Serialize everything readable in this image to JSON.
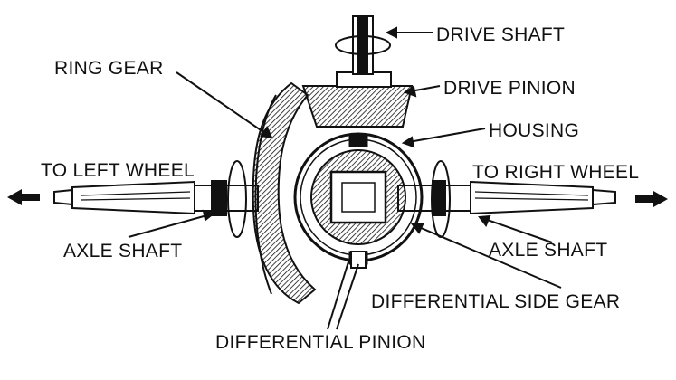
{
  "diagram": {
    "labels": {
      "drive_shaft": "DRIVE SHAFT",
      "ring_gear": "RING GEAR",
      "drive_pinion": "DRIVE PINION",
      "housing": "HOUSING",
      "to_left_wheel": "TO LEFT WHEEL",
      "to_right_wheel": "TO RIGHT WHEEL",
      "axle_shaft_left": "AXLE SHAFT",
      "axle_shaft_right": "AXLE SHAFT",
      "differential_side_gear": "DIFFERENTIAL SIDE GEAR",
      "differential_pinion": "DIFFERENTIAL PINION"
    },
    "colors": {
      "ink": "#111111",
      "paper": "#ffffff"
    }
  }
}
